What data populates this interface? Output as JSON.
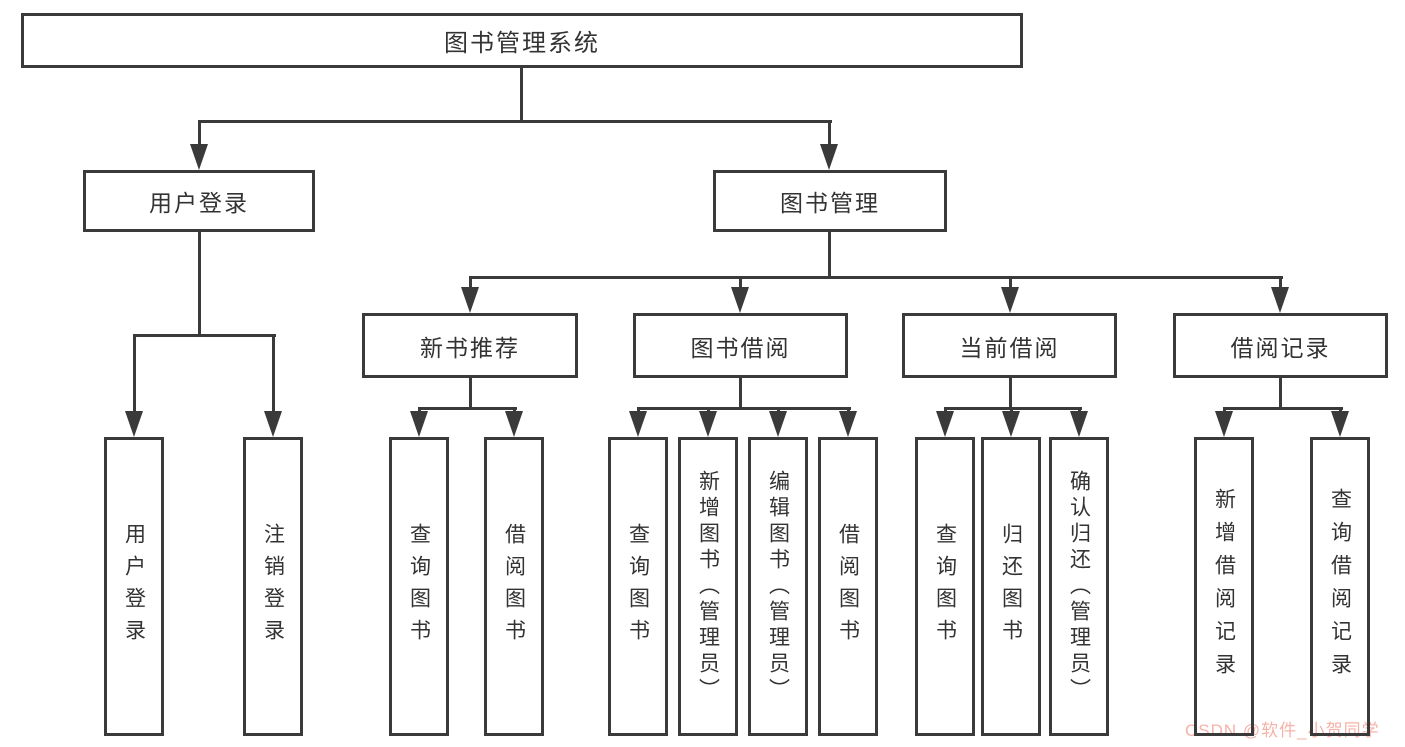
{
  "diagram": {
    "root": {
      "label": "图书管理系统"
    },
    "level2": [
      {
        "label": "用户登录"
      },
      {
        "label": "图书管理"
      }
    ],
    "level3": [
      {
        "label": "新书推荐"
      },
      {
        "label": "图书借阅"
      },
      {
        "label": "当前借阅"
      },
      {
        "label": "借阅记录"
      }
    ],
    "leaves": {
      "user_login": [
        {
          "label": "用户登录"
        },
        {
          "label": "注销登录"
        }
      ],
      "new_book": [
        {
          "label": "查询图书"
        },
        {
          "label": "借阅图书"
        }
      ],
      "book_borrow": [
        {
          "label": "查询图书"
        },
        {
          "label": "新增图书（管理员）"
        },
        {
          "label": "编辑图书（管理员）"
        },
        {
          "label": "借阅图书"
        }
      ],
      "current_borrow": [
        {
          "label": "查询图书"
        },
        {
          "label": "归还图书"
        },
        {
          "label": "确认归还（管理员）"
        }
      ],
      "borrow_record": [
        {
          "label": "新增借阅记录"
        },
        {
          "label": "查询借阅记录"
        }
      ]
    }
  },
  "watermark": {
    "text": "CSDN @软件_小贺同学"
  },
  "colors": {
    "line": "#3a3a3a",
    "text": "#333333",
    "background": "#ffffff",
    "watermark": "#f5b2a9"
  }
}
